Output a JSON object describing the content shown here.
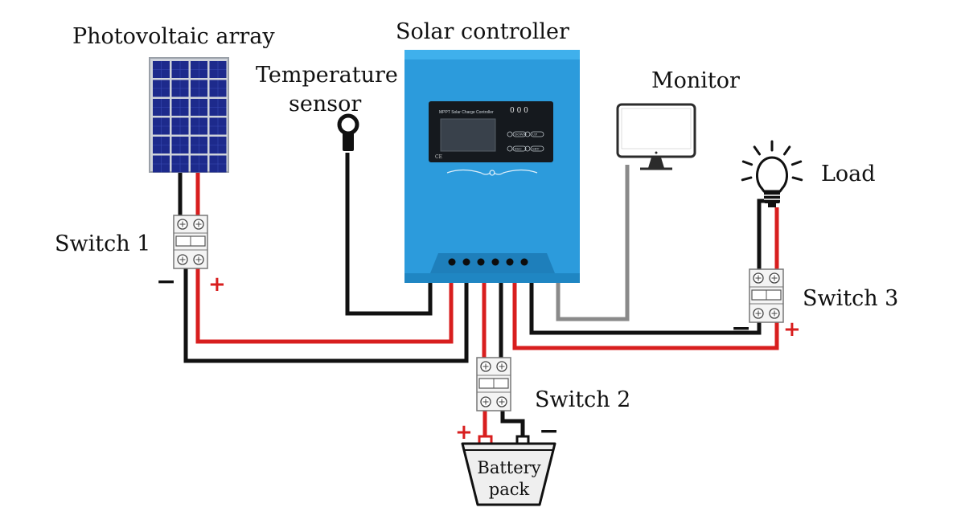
{
  "labels": {
    "pv_array": "Photovoltaic array",
    "controller": "Solar controller",
    "temp_line1": "Temperature",
    "temp_line2": "sensor",
    "monitor": "Monitor",
    "load": "Load",
    "switch1": "Switch 1",
    "switch2": "Switch 2",
    "switch3": "Switch 3",
    "battery_line1": "Battery",
    "battery_line2": "pack"
  },
  "polarity": {
    "minus": "−",
    "plus": "+"
  },
  "controller_screen": {
    "model": "MPPT Solar Charge Controller",
    "leds": "0 0 0",
    "ce": "CE",
    "buttons": [
      "DOWN",
      "UP",
      "ESC",
      "SET"
    ]
  },
  "colors": {
    "positive_wire": "#d81e1e",
    "negative_wire": "#111111",
    "monitor_wire": "#8a8a8a",
    "controller_body": "#2c9bdc",
    "panel_cell": "#1d2a8c"
  }
}
